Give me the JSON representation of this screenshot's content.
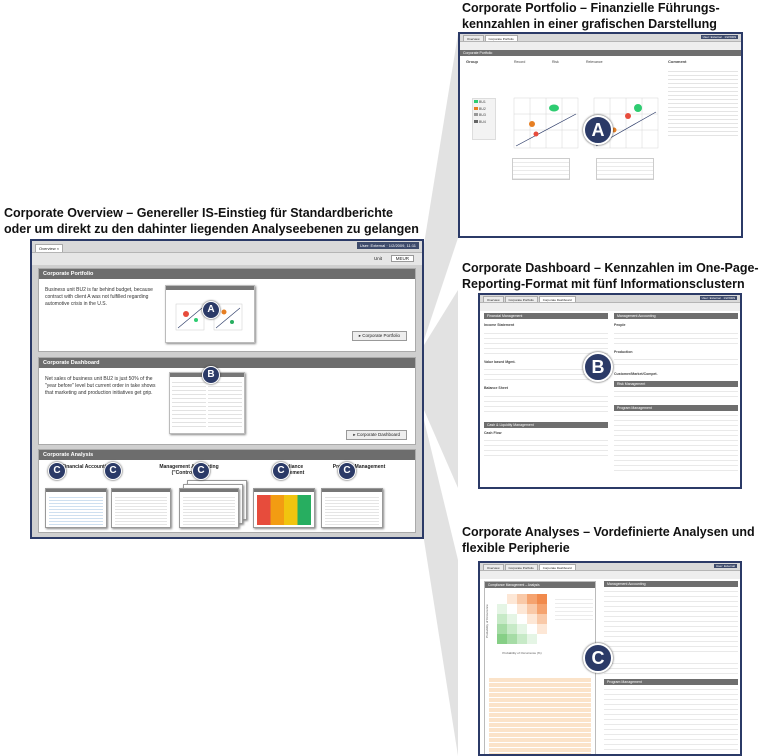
{
  "headings": {
    "portfolio": "Corporate Portfolio – Finanzielle Führungs­kennzahlen in einer grafischen Darstellung",
    "portfolio_l1": "Corporate Portfolio – Finanzielle Führungs-",
    "portfolio_l2": "kennzahlen in einer grafischen Darstellung",
    "overview_l1": "Corporate Overview – Genereller IS-Einstieg für Standardberichte",
    "overview_l2": "oder um direkt zu den dahinter liegenden Analyseebenen zu gelangen",
    "dashboard_l1": "Corporate Dashboard – Kennzahlen im One-Page-",
    "dashboard_l2": "Reporting-Format mit fünf Informationsclustern",
    "analyses_l1": "Corporate Analyses – Vordefinierte Analysen und",
    "analyses_l2": "flexible Peripherie"
  },
  "overview": {
    "tab": "Overview",
    "user": "User: External · 1/2/2009, 11:11",
    "unit_label": "Unit",
    "unit_value": "MEUR",
    "portfolio_title": "Corporate Portfolio",
    "portfolio_text": "Business unit BU2 is far behind budget, because contract with client A was not fulfilled regarding automotive crisis in the U.S.",
    "portfolio_btn": "Corporate Portfolio",
    "dashboard_title": "Corporate Dashboard",
    "dashboard_text": "Net sales of business unit BU2 is just 50% of the \"year before\" level but current order in take shows that marketing and production initiatives get grip.",
    "dashboard_btn": "Corporate Dashboard",
    "analysis_title": "Corporate Analysis",
    "analysis_cols": [
      "Financial Accounting",
      "Management Accounting (\"Controlling\")",
      "Compliance Management",
      "Program Management"
    ]
  },
  "portfolio_shot": {
    "tabs": [
      "Overview",
      "Corporate Portfolio"
    ],
    "user": "User: External · 1/2/2009",
    "window": "Corporate Portfolio",
    "group": "Group",
    "filters": [
      "Record",
      "Risk",
      "Relevance"
    ],
    "comment": "Comment",
    "bu": [
      "BU1",
      "BU2",
      "BU3",
      "BU4"
    ]
  },
  "dashboard_shot": {
    "tabs": [
      "Overview",
      "Corporate Portfolio",
      "Corporate Dashboard"
    ],
    "user": "User: External · 1/2/2009",
    "fin_title": "Financial Management",
    "acc_title": "Management Accounting",
    "cash_title": "Cash & Liquidity Management",
    "prog_title": "Program Management",
    "risk_title": "Risk Management",
    "income": "Income Statement",
    "value": "Value based Mgmt.",
    "balance": "Balance Sheet",
    "cashflow": "Cash Flow",
    "people": "People",
    "production": "Production",
    "customer": "Customer/Market/Compet."
  },
  "analysis_shot": {
    "tabs": [
      "Overview",
      "Corporate Portfolio",
      "Corporate Dashboard"
    ],
    "user": "User: External",
    "window": "Compliance Management – Analysis",
    "acc_title": "Management Accounting",
    "prog_title": "Program Management",
    "y_axis": "Probability of Occurrence",
    "x_axis": "Probability of Occurrence (%)"
  },
  "badges": {
    "a": "A",
    "b": "B",
    "c": "C"
  },
  "colors": {
    "frame": "#2b3a67",
    "header": "#6d6d6d",
    "badge": "#2b3a67"
  }
}
